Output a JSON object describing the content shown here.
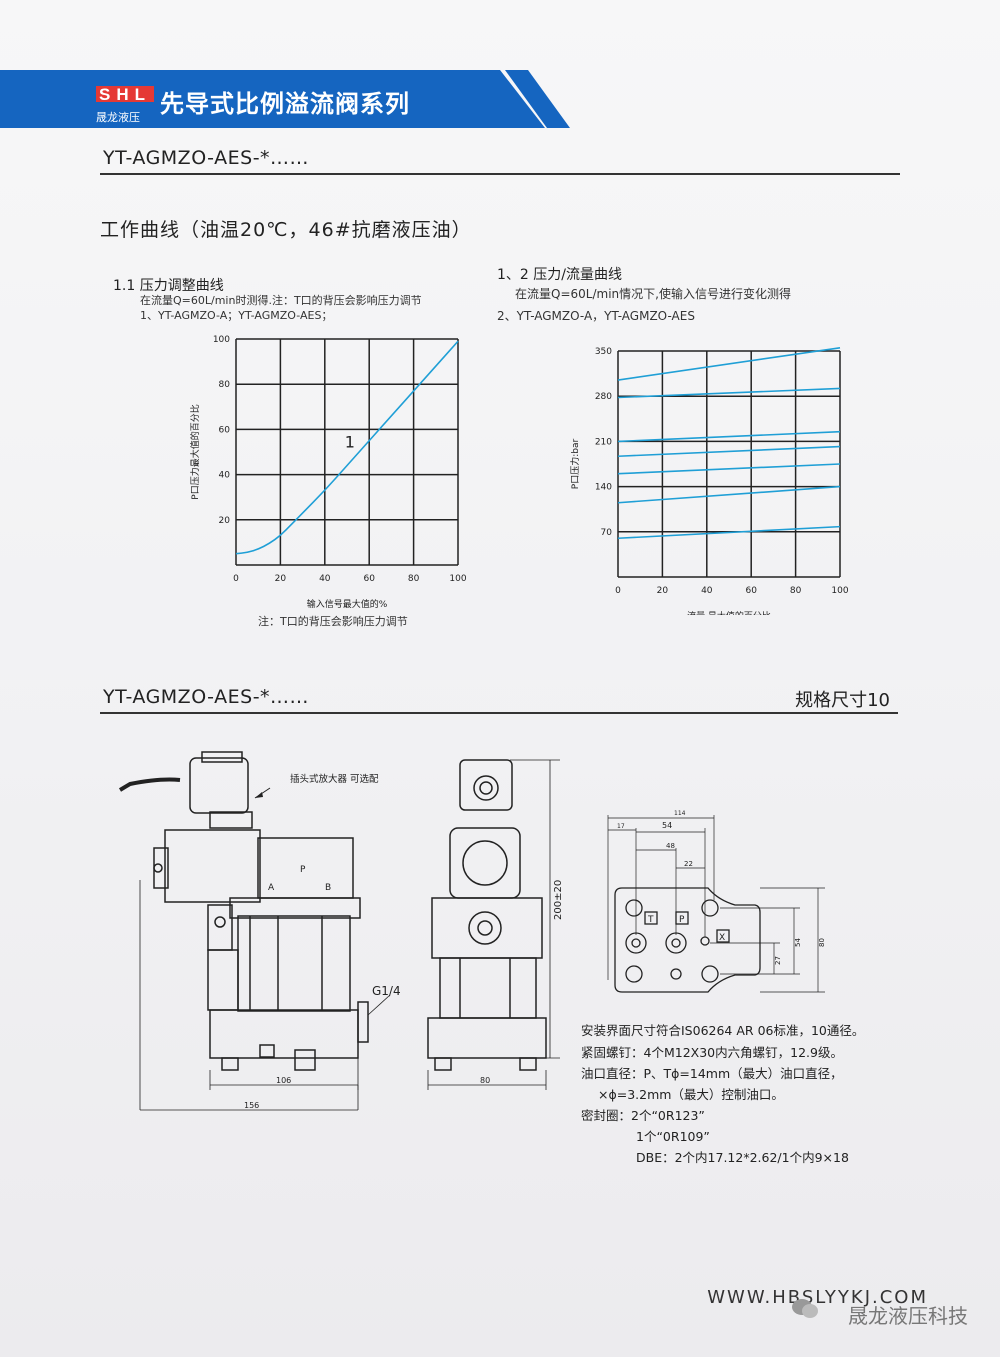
{
  "header": {
    "logo_letters": "SHL",
    "brand_sub": "晟龙液压",
    "title": "先导式比例溢流阀系列",
    "colors": {
      "primary": "#1565c0",
      "dark": "#0d3f86",
      "curve": "#1f9fd6"
    }
  },
  "model_top": "YT-AGMZO-AES-*……",
  "section_title": "工作曲线（油温20℃，46#抗磨液压油）",
  "chart1_text": {
    "heading": "1.1 压力调整曲线",
    "line1": "在流量Q=60L/min时测得.注：T口的背压会影响压力调节",
    "line2": "1、YT-AGMZO-A；YT-AGMZO-AES；",
    "note": "注：T口的背压会影响压力调节"
  },
  "chart2_text": {
    "heading": "1、2 压力/流量曲线",
    "line1": "在流量Q=60L/min情况下,使输入信号进行变化测得",
    "line2": "2、YT-AGMZO-A，YT-AGMZO-AES"
  },
  "chart_data": [
    {
      "type": "line",
      "title": "",
      "xlabel": "输入信号最大值的%",
      "ylabel": "P口压力最大值的百分比",
      "xlim": [
        0,
        100
      ],
      "ylim": [
        0,
        100
      ],
      "x_ticks": [
        0,
        20,
        40,
        60,
        80,
        100
      ],
      "y_ticks": [
        20,
        40,
        60,
        80,
        100
      ],
      "grid": true,
      "annotation": "1",
      "series": [
        {
          "x": [
            0,
            5,
            10,
            15,
            20,
            25,
            30,
            40,
            50,
            60,
            70,
            80,
            90,
            100
          ],
          "y": [
            5,
            5.5,
            7,
            9.5,
            13,
            18,
            23,
            33,
            44,
            55,
            66,
            77,
            88,
            99
          ]
        }
      ]
    },
    {
      "type": "line",
      "title": "",
      "xlabel": "流量 最大值的百分比",
      "ylabel": "P口压力:bar",
      "xlim": [
        0,
        100
      ],
      "ylim": [
        0,
        350
      ],
      "x_ticks": [
        0,
        20,
        40,
        60,
        80,
        100
      ],
      "y_ticks": [
        70,
        140,
        210,
        280,
        350
      ],
      "grid": true,
      "series": [
        {
          "x": [
            0,
            100
          ],
          "y": [
            305,
            355
          ]
        },
        {
          "x": [
            0,
            100
          ],
          "y": [
            278,
            292
          ]
        },
        {
          "x": [
            0,
            100
          ],
          "y": [
            210,
            225
          ]
        },
        {
          "x": [
            0,
            100
          ],
          "y": [
            187,
            202
          ]
        },
        {
          "x": [
            0,
            100
          ],
          "y": [
            160,
            175
          ]
        },
        {
          "x": [
            0,
            100
          ],
          "y": [
            115,
            140
          ]
        },
        {
          "x": [
            0,
            100
          ],
          "y": [
            60,
            78
          ]
        }
      ]
    }
  ],
  "model_bottom": "YT-AGMZO-AES-*……",
  "size_label": "规格尺寸10",
  "drawing": {
    "amp_label": "插头式放大器 可选配",
    "port_p": "P",
    "port_a": "A",
    "port_b": "B",
    "thread": "G1/4",
    "dim_106": "106",
    "dim_156": "156",
    "dim_80w": "80",
    "dim_h": "200±20",
    "iface_114": "114",
    "iface_54": "54",
    "iface_48": "48",
    "iface_22": "22",
    "iface_17": "17",
    "iface_27": "27",
    "iface_54v": "54",
    "iface_80v": "80",
    "t": "T",
    "p": "P",
    "x": "X"
  },
  "specs": [
    "安装界面尺寸符合IS06264 AR 06标准，10通径。",
    "紧固螺钉：4个M12X30内六角螺钉，12.9级。",
    "油口直径：P、Tϕ=14mm（最大）油口直径，",
    "×ϕ=3.2mm（最大）控制油口。",
    "密封圈：2个“0R123”",
    "1个“0R109”",
    "DBE：2个内17.12*2.62/1个内9×18"
  ],
  "footer": {
    "url": "WWW.HBSLYYKJ.COM",
    "name": "晟龙液压科技"
  }
}
